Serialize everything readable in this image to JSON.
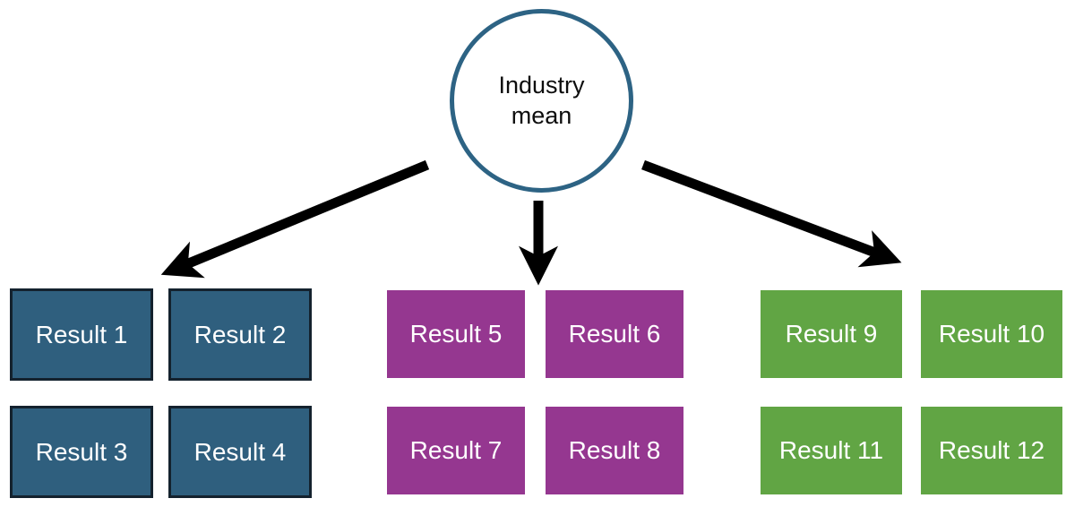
{
  "root": {
    "label": "Industry mean"
  },
  "groups": [
    {
      "name": "blue-group",
      "fill": "#2F5F7E",
      "border": "#14222E",
      "items": [
        "Result 1",
        "Result 2",
        "Result 3",
        "Result 4"
      ]
    },
    {
      "name": "purple-group",
      "fill": "#953790",
      "border": "none",
      "items": [
        "Result 5",
        "Result 6",
        "Result 7",
        "Result 8"
      ]
    },
    {
      "name": "green-group",
      "fill": "#61A544",
      "border": "none",
      "items": [
        "Result 9",
        "Result 10",
        "Result 11",
        "Result 12"
      ]
    }
  ],
  "colors": {
    "background": "#FFFFFF",
    "circle_stroke": "#2D6384",
    "circle_text": "#0D0D0D",
    "arrow": "#000000",
    "box_text": "#FFFFFF"
  }
}
